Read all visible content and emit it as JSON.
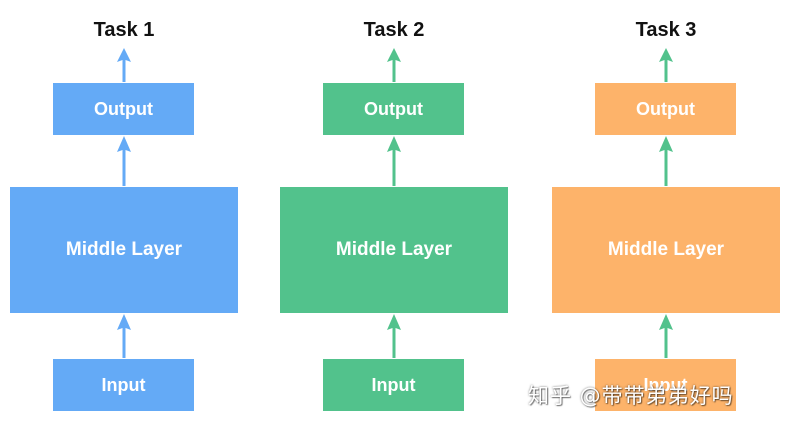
{
  "tasks": [
    {
      "title": "Task 1",
      "output_label": "Output",
      "middle_label": "Middle Layer",
      "input_label": "Input",
      "color": "#64AAF6",
      "arrow_color": "#64AAF6"
    },
    {
      "title": "Task 2",
      "output_label": "Output",
      "middle_label": "Middle Layer",
      "input_label": "Input",
      "color": "#52C28C",
      "arrow_color": "#52C28C"
    },
    {
      "title": "Task 3",
      "output_label": "Output",
      "middle_label": "Middle Layer",
      "input_label": "Input",
      "color": "#FDB36A",
      "arrow_color": "#52C28C"
    }
  ],
  "watermark": "知乎 @带带弟弟好吗"
}
